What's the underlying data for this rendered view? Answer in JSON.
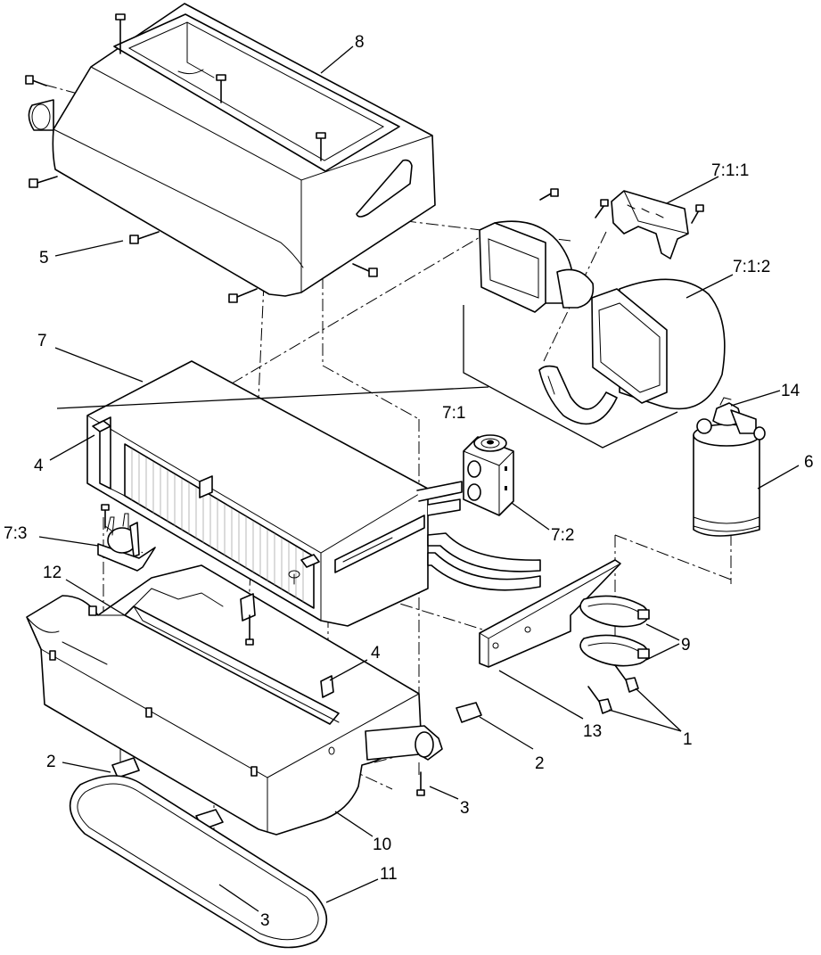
{
  "callouts": [
    {
      "id": "c8",
      "text": "8"
    },
    {
      "id": "c711",
      "text": "7:1:1"
    },
    {
      "id": "c5",
      "text": "5"
    },
    {
      "id": "c712",
      "text": "7:1:2"
    },
    {
      "id": "c7",
      "text": "7"
    },
    {
      "id": "c71",
      "text": "7:1"
    },
    {
      "id": "c14",
      "text": "14"
    },
    {
      "id": "c4a",
      "text": "4"
    },
    {
      "id": "c6",
      "text": "6"
    },
    {
      "id": "c73",
      "text": "7:3"
    },
    {
      "id": "c72",
      "text": "7:2"
    },
    {
      "id": "c12",
      "text": "12"
    },
    {
      "id": "c4b",
      "text": "4"
    },
    {
      "id": "c9",
      "text": "9"
    },
    {
      "id": "c13",
      "text": "13"
    },
    {
      "id": "c1",
      "text": "1"
    },
    {
      "id": "c2a",
      "text": "2"
    },
    {
      "id": "c2b",
      "text": "2"
    },
    {
      "id": "c3a",
      "text": "3"
    },
    {
      "id": "c10",
      "text": "10"
    },
    {
      "id": "c11",
      "text": "11"
    },
    {
      "id": "c3b",
      "text": "3"
    }
  ]
}
